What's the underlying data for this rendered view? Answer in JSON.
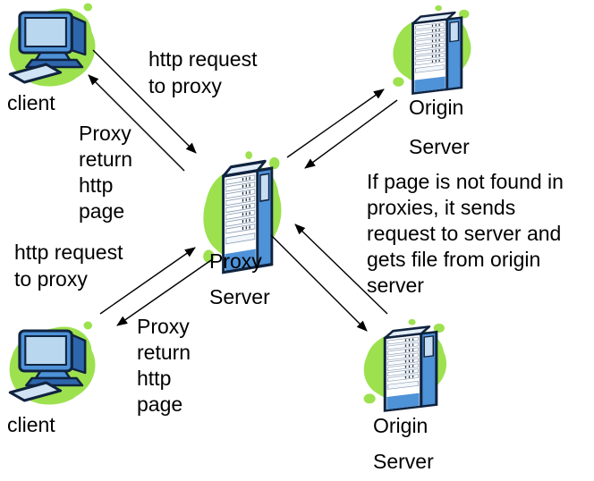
{
  "colors": {
    "blob_green": "#9de14f",
    "server_blue": "#4e92d8",
    "side_blue": "#2e66ac",
    "screen_blue": "#b9d8ef",
    "panel_blue": "#c7ddf2",
    "outline": "#10233f",
    "arrow_black": "#000000",
    "background": "#ffffff"
  },
  "nodes": {
    "client_top": {
      "label": "client"
    },
    "client_bottom": {
      "label": "client"
    },
    "proxy": {
      "line1": "Proxy",
      "line2": "Server"
    },
    "origin_top": {
      "line1": "Origin",
      "line2": "Server"
    },
    "origin_bottom": {
      "line1": "Origin",
      "line2": "Server"
    }
  },
  "annotations": {
    "request_top": "http request\nto proxy",
    "return_left": "Proxy\nreturn\nhttp\npage",
    "request_left": "http request\nto proxy",
    "return_bottom": "Proxy\nreturn\nhttp\npage",
    "note_right": "If page is not found in\nproxies, it sends\nrequest to server and\ngets file from origin\nserver"
  },
  "edges": [
    {
      "from": "client-top",
      "to": "proxy"
    },
    {
      "from": "proxy",
      "to": "client-top"
    },
    {
      "from": "proxy",
      "to": "origin-top"
    },
    {
      "from": "origin-top",
      "to": "proxy"
    },
    {
      "from": "client-bottom",
      "to": "proxy"
    },
    {
      "from": "proxy",
      "to": "client-bottom"
    },
    {
      "from": "proxy",
      "to": "origin-bottom"
    },
    {
      "from": "origin-bottom",
      "to": "proxy"
    }
  ]
}
